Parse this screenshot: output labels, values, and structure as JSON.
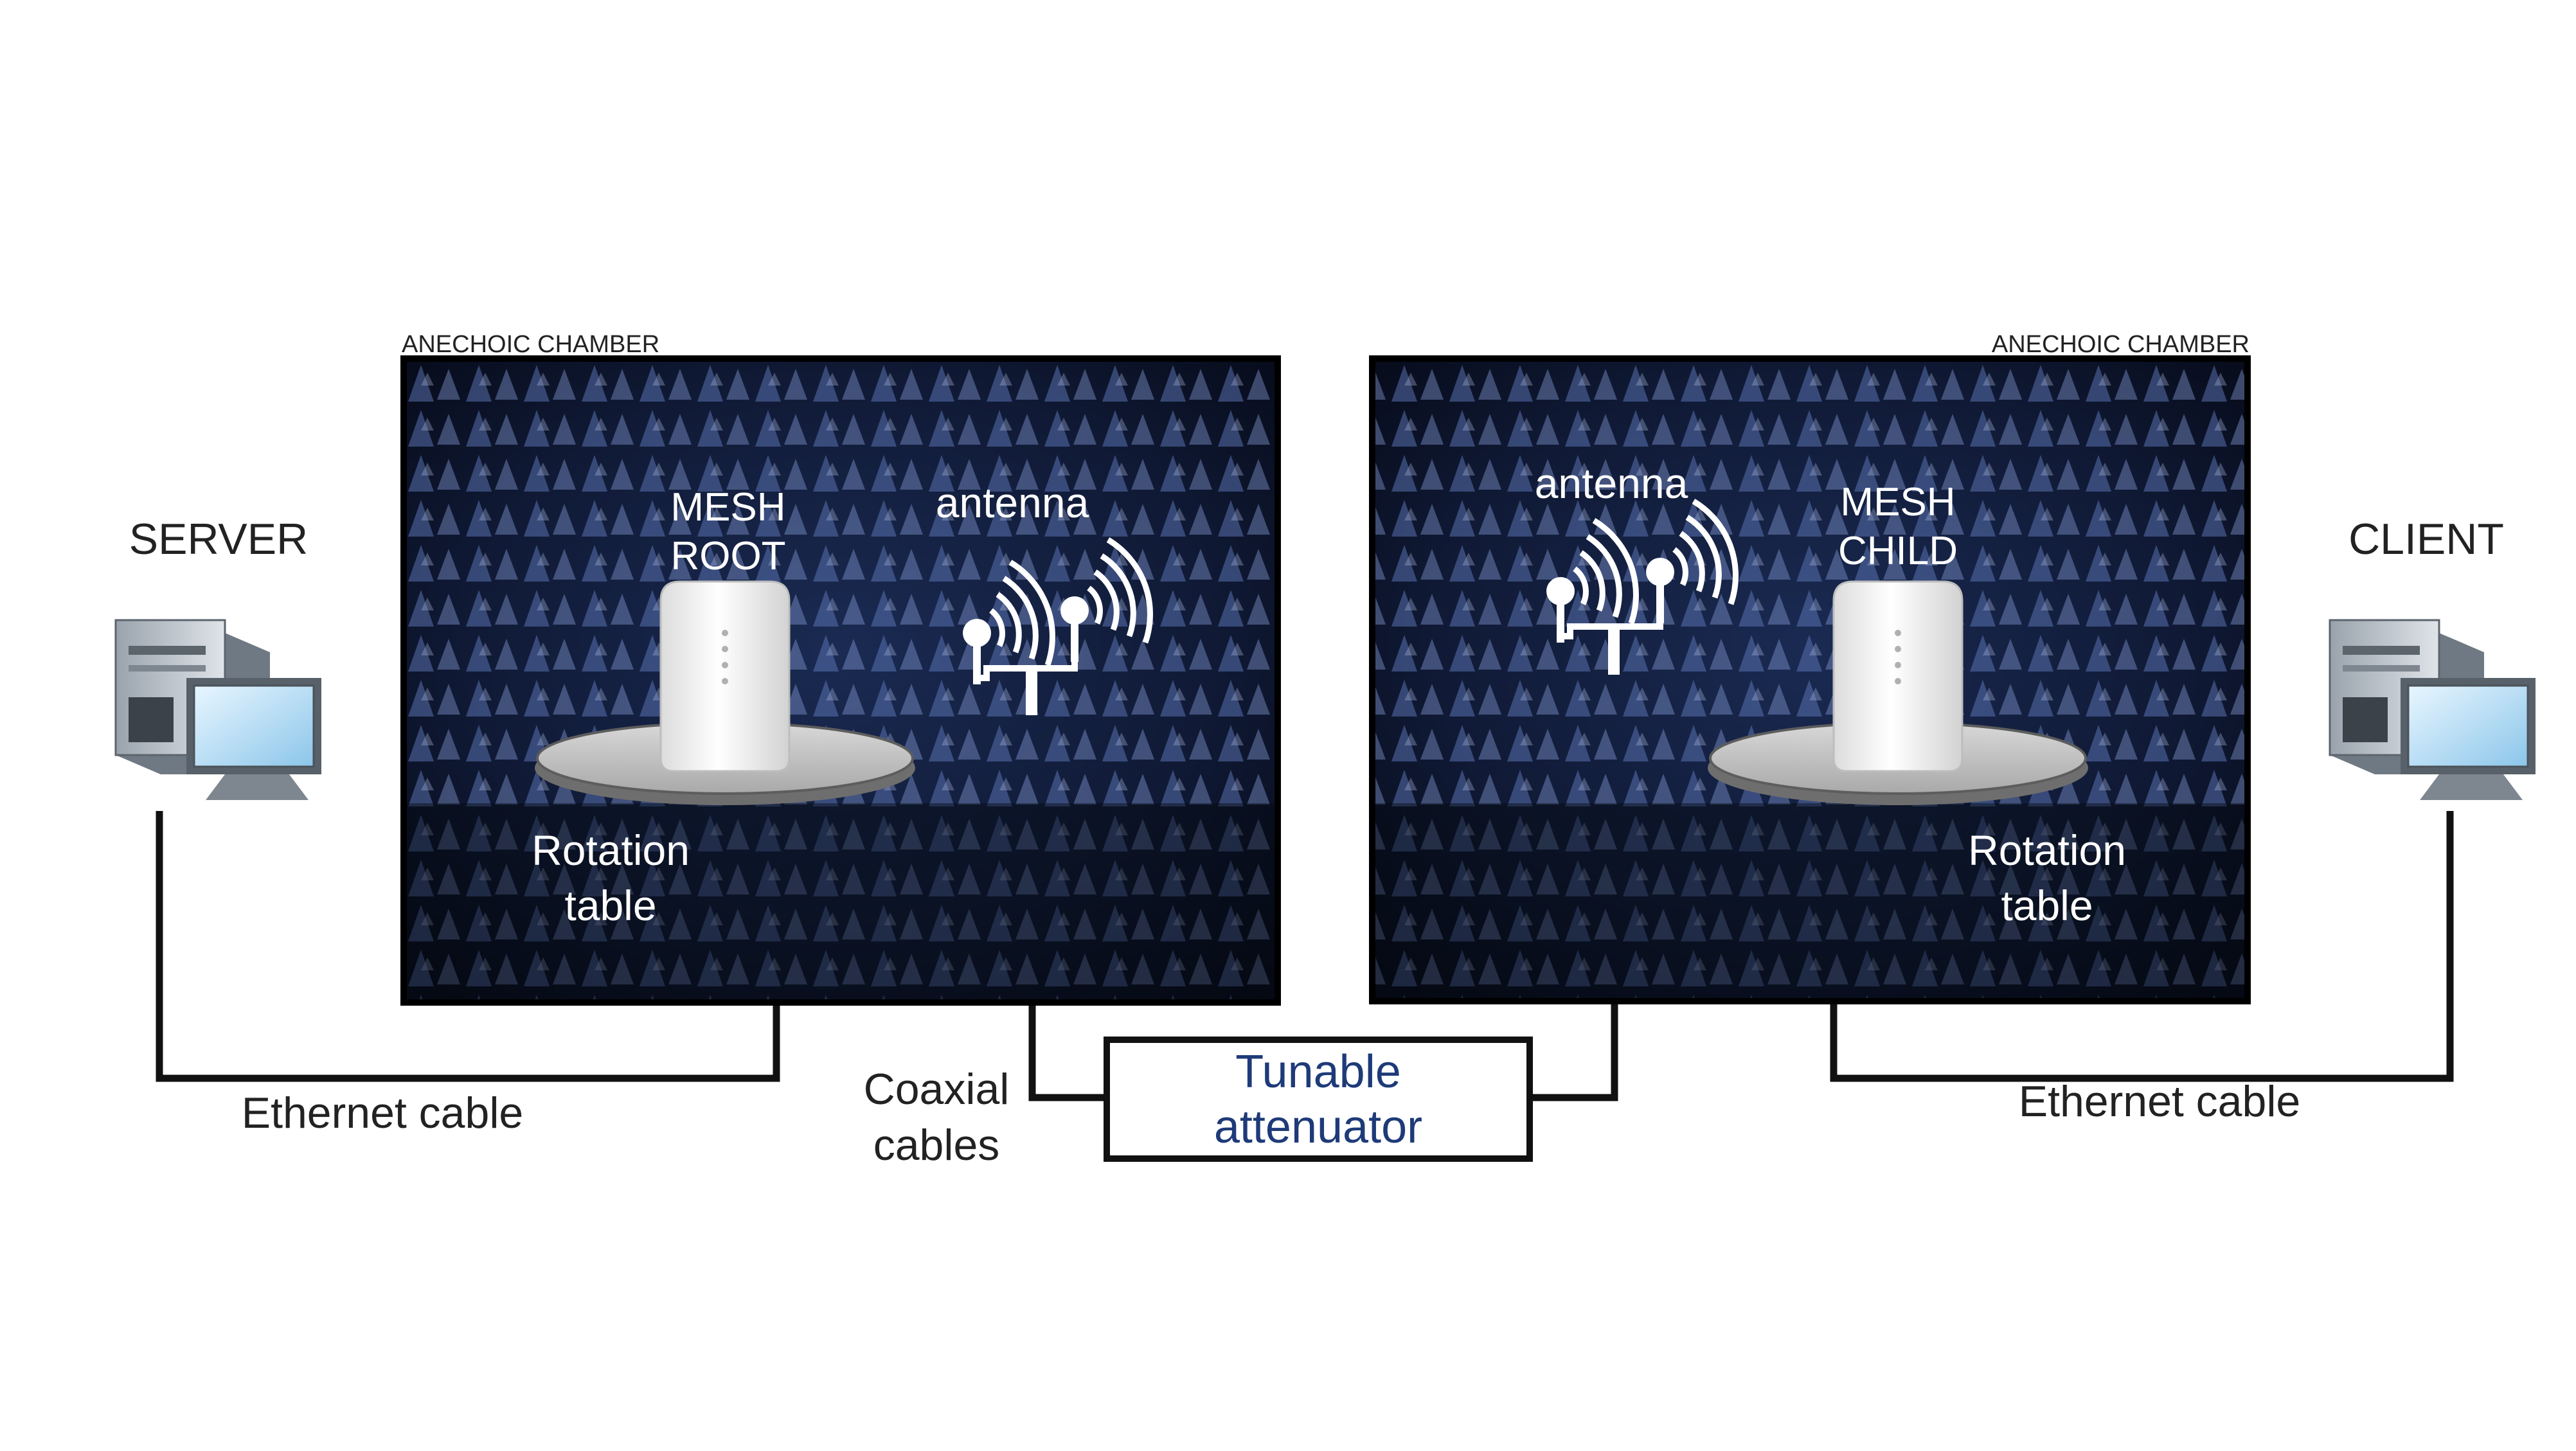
{
  "diagram": {
    "left_chamber": {
      "caption": "ANECHOIC CHAMBER",
      "device_line1": "MESH",
      "device_line2": "ROOT",
      "antenna_label": "antenna",
      "table_line1": "Rotation",
      "table_line2": "table"
    },
    "right_chamber": {
      "caption": "ANECHOIC CHAMBER",
      "device_line1": "MESH",
      "device_line2": "CHILD",
      "antenna_label": "antenna",
      "table_line1": "Rotation",
      "table_line2": "table"
    },
    "server": {
      "label": "SERVER",
      "icon": "computer-icon"
    },
    "client": {
      "label": "CLIENT",
      "icon": "computer-icon"
    },
    "cables": {
      "ethernet_left": "Ethernet cable",
      "ethernet_right": "Ethernet cable",
      "coax_line1": "Coaxial",
      "coax_line2": "cables"
    },
    "attenuator": {
      "line1": "Tunable",
      "line2": "attenuator"
    }
  },
  "colors": {
    "chamber_dark": "#0c1428",
    "chamber_absorber": "#6f86c8",
    "line": "#111111",
    "attenuator_text": "#1e3a78",
    "turntable": "#c8c8c8",
    "router": "#f2f2f2"
  }
}
